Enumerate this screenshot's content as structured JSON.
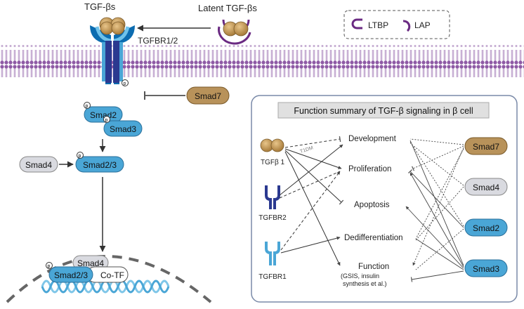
{
  "top": {
    "ligand_label": "TGF-βs",
    "latent_label": "Latent TGF-βs",
    "receptor_label": "TGFBR1/2"
  },
  "legend": {
    "ltbp_label": "LTBP",
    "lap_label": "LAP"
  },
  "pathway": {
    "smad2": "Smad2",
    "smad3": "Smad3",
    "smad7": "Smad7",
    "smad4": "Smad4",
    "smad23": "Smad2/3",
    "nuc_smad4": "Smad4",
    "nuc_smad23": "Smad2/3",
    "cotf": "Co-TF",
    "phospho": "p"
  },
  "summary": {
    "title": "Function summary of TGF-β  signaling in β cell",
    "left": {
      "tgfb1": "TGFβ 1",
      "tgfbr2": "TGFBR2",
      "tgfbr1": "TGFBR1"
    },
    "functions": {
      "development": "Development",
      "proliferation": "Proliferation",
      "apoptosis": "Apoptosis",
      "dedifferentiation": "Dedifferentiation",
      "function": "Function",
      "function_detail_1": "(GSIS,  insulin",
      "function_detail_2": "synthesis et al.)"
    },
    "line_note": "T1DM",
    "right": {
      "smad7": "Smad7",
      "smad4": "Smad4",
      "smad2": "Smad2",
      "smad3": "Smad3"
    }
  },
  "colors": {
    "blue": "#4aa6d6",
    "dark_blue": "#2b3990",
    "tan": "#b8925a",
    "gold": "#c49a52",
    "grey": "#d9dae0",
    "purple": "#6a2a82",
    "membrane": "#8e5aa5"
  }
}
